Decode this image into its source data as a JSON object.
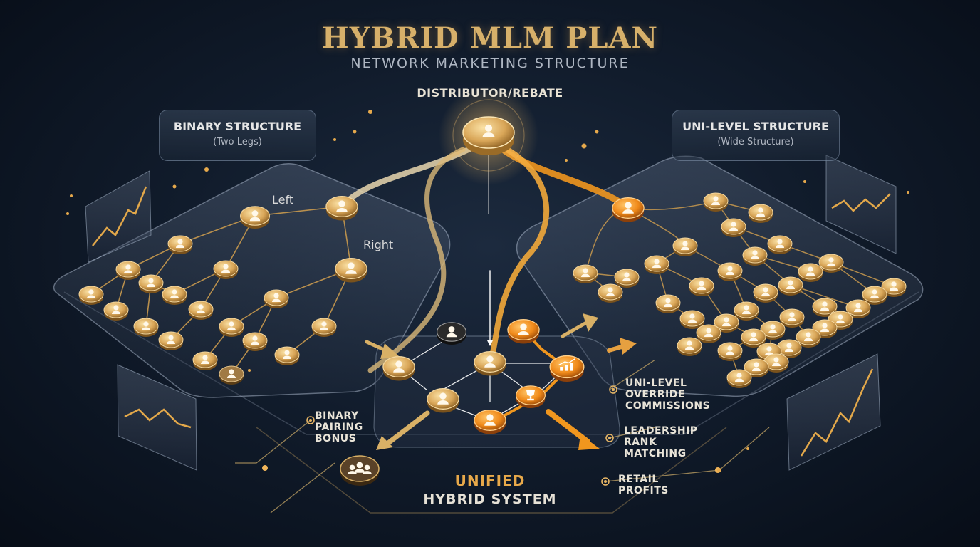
{
  "header": {
    "title": "HYBRID MLM PLAN",
    "subtitle": "NETWORK MARKETING STRUCTURE"
  },
  "root": {
    "label": "DISTRIBUTOR/REBATE",
    "icon": "person-icon"
  },
  "binary": {
    "title": "BINARY STRUCTURE",
    "subtitle": "(Two Legs)",
    "left_label": "Left",
    "right_label": "Right"
  },
  "unilevel": {
    "title": "UNI-LEVEL STRUCTURE",
    "subtitle": "(Wide Structure)"
  },
  "callouts": {
    "binary_pairing": [
      "BINARY",
      "PAIRING",
      "BONUS"
    ],
    "unilevel_override": [
      "UNI-LEVEL",
      "OVERRIDE",
      "COMMISSIONS"
    ],
    "leadership": [
      "LEADERSHIP",
      "RANK",
      "MATCHING"
    ],
    "retail": [
      "RETAIL",
      "PROFITS"
    ]
  },
  "center": {
    "line1": "UNIFIED",
    "line2": "HYBRID SYSTEM",
    "icons": [
      "person-icon",
      "manager-icon",
      "growth-chart-icon",
      "trophy-icon",
      "team-icon"
    ]
  },
  "colors": {
    "gold": "#d7b06a",
    "orange": "#f0961e",
    "background": "#0b1422"
  }
}
